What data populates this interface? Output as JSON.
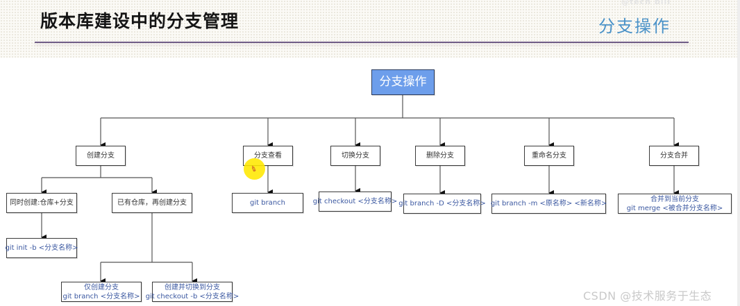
{
  "header": {
    "title": "版本库建设中的分支管理",
    "section": "分支操作",
    "top_watermark": "@tech bili"
  },
  "diagram": {
    "root": "分支操作",
    "categories": [
      {
        "id": "create",
        "label": "创建分支"
      },
      {
        "id": "view",
        "label": "分支查看"
      },
      {
        "id": "switch",
        "label": "切换分支"
      },
      {
        "id": "delete",
        "label": "删除分支"
      },
      {
        "id": "rename",
        "label": "重命名分支"
      },
      {
        "id": "merge",
        "label": "分支合并"
      }
    ],
    "create_subcases": [
      {
        "id": "with-repo",
        "label": "同时创建:仓库+分支"
      },
      {
        "id": "existing-repo",
        "label": "已有仓库，再创建分支"
      }
    ],
    "commands": {
      "init": "git init -b <分支名称>",
      "view": "git branch",
      "switch": "git checkout <分支名称>",
      "delete": "git branch -D <分支名称>",
      "rename": "git branch -m <原名称> <新名称>",
      "merge_desc": "合并到当前分支",
      "merge": "git merge <被合并分支名称>",
      "create_only_desc": "仅创建分支",
      "create_only": "git branch <分支名称>",
      "create_switch_desc": "创建并切换到分支",
      "create_switch": "git checkout -b <分支名称>"
    }
  },
  "watermark": "CSDN @技术服务于生态",
  "colors": {
    "root_fill": "#6d9eeb",
    "command_text": "#3a57a0",
    "section_title": "#4a92c8",
    "title_rule": "#6f5c86",
    "cursor_highlight": "#ffe800"
  }
}
